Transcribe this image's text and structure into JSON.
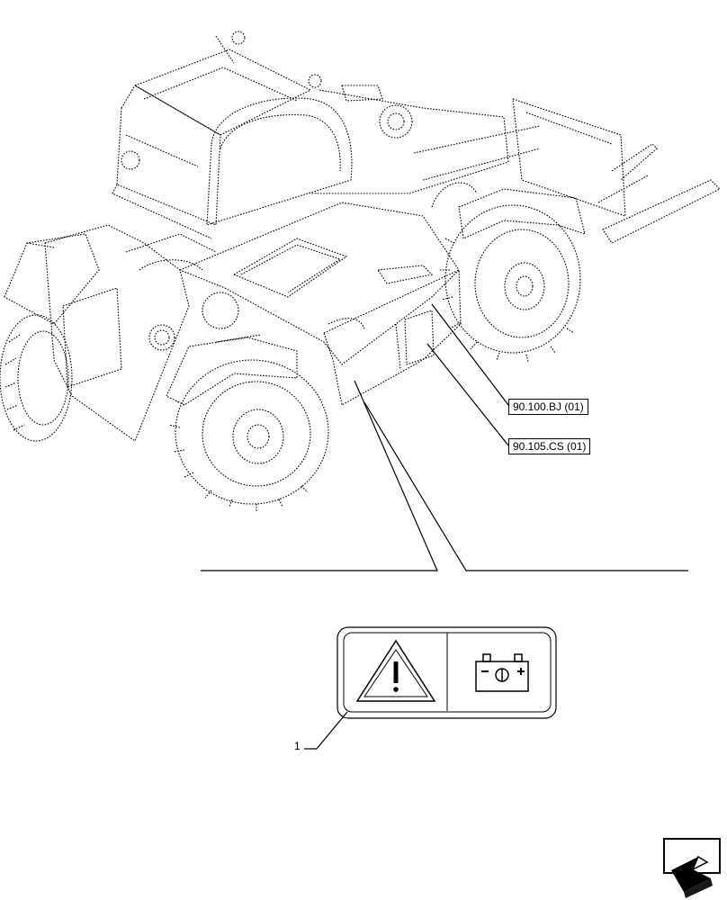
{
  "references": [
    {
      "id": "ref1",
      "label": "90.100.BJ (01)"
    },
    {
      "id": "ref2",
      "label": "90.105.CS (01)"
    }
  ],
  "items": [
    {
      "id": "item1",
      "label": "1"
    }
  ],
  "decal_icons": [
    "warning-triangle-icon",
    "battery-isolator-icon"
  ],
  "nav_icon": "next-page-arrow-icon"
}
